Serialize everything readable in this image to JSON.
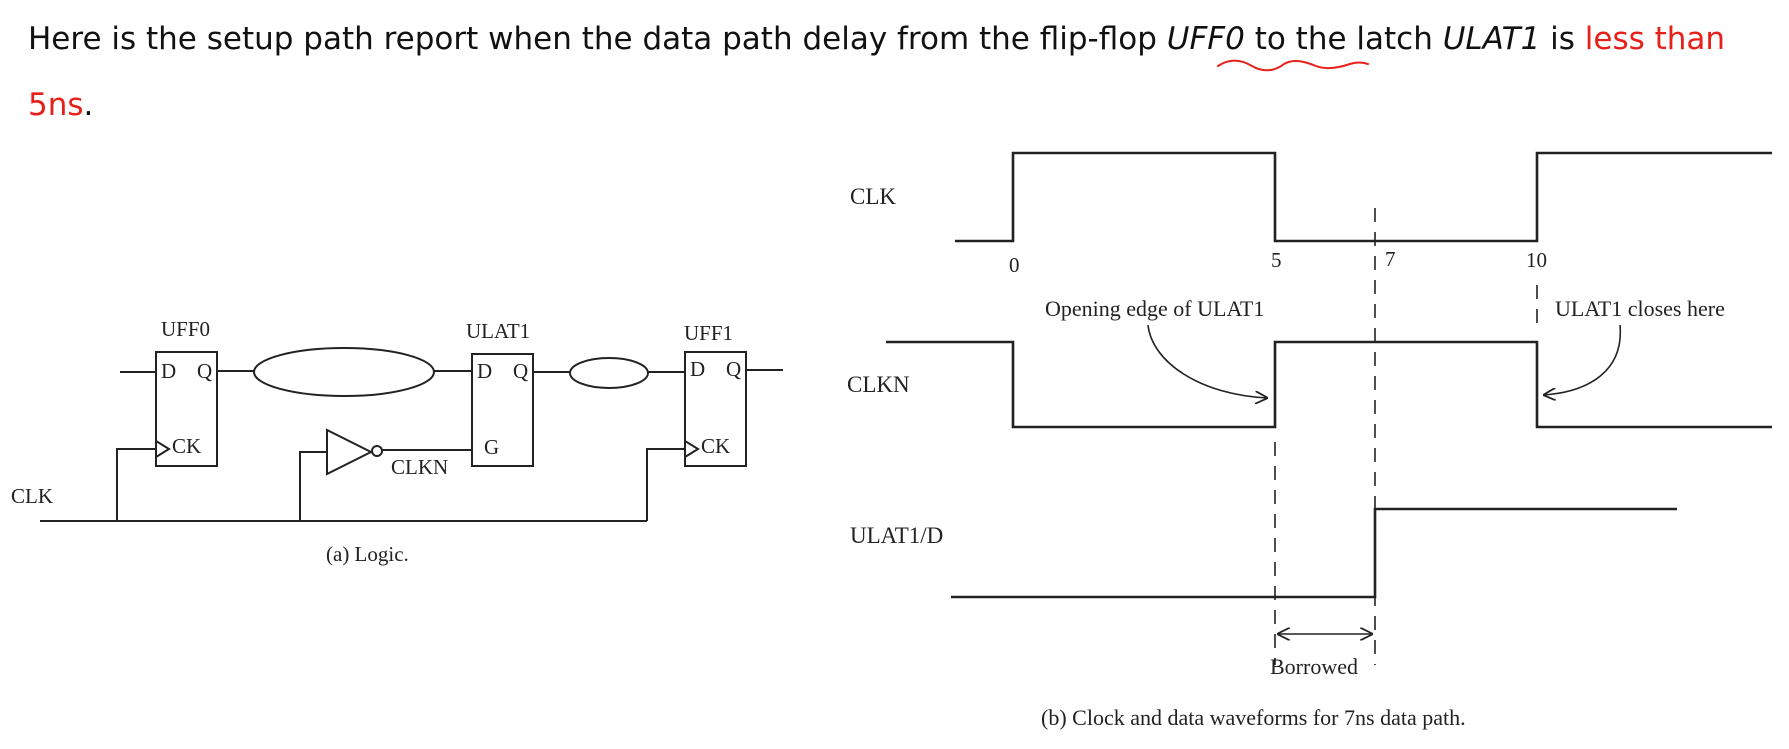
{
  "heading": {
    "part1": "Here is the setup path report when the data path delay from the flip-flop ",
    "uff0": "UFF0",
    "part2": " to the latch ",
    "ulat1": "ULAT1",
    "part3": " is ",
    "highlight": "less than 5ns",
    "end": ".",
    "highlight_color": "#e8201a",
    "annotation_color": "#e8201a"
  },
  "logic": {
    "uff0": "UFF0",
    "ulat1": "ULAT1",
    "uff1": "UFF1",
    "d": "D",
    "q": "Q",
    "ck": "CK",
    "g": "G",
    "clkn": "CLKN",
    "clk": "CLK",
    "caption": "(a) Logic."
  },
  "waveforms": {
    "clk": "CLK",
    "clkn": "CLKN",
    "ulat1_d": "ULAT1/D",
    "t0": "0",
    "t5": "5",
    "t7": "7",
    "t10": "10",
    "opening_edge": "Opening edge of ULAT1",
    "closes_here": "ULAT1 closes here",
    "borrowed": "Borrowed",
    "caption": "(b) Clock and data waveforms for 7ns data path."
  }
}
